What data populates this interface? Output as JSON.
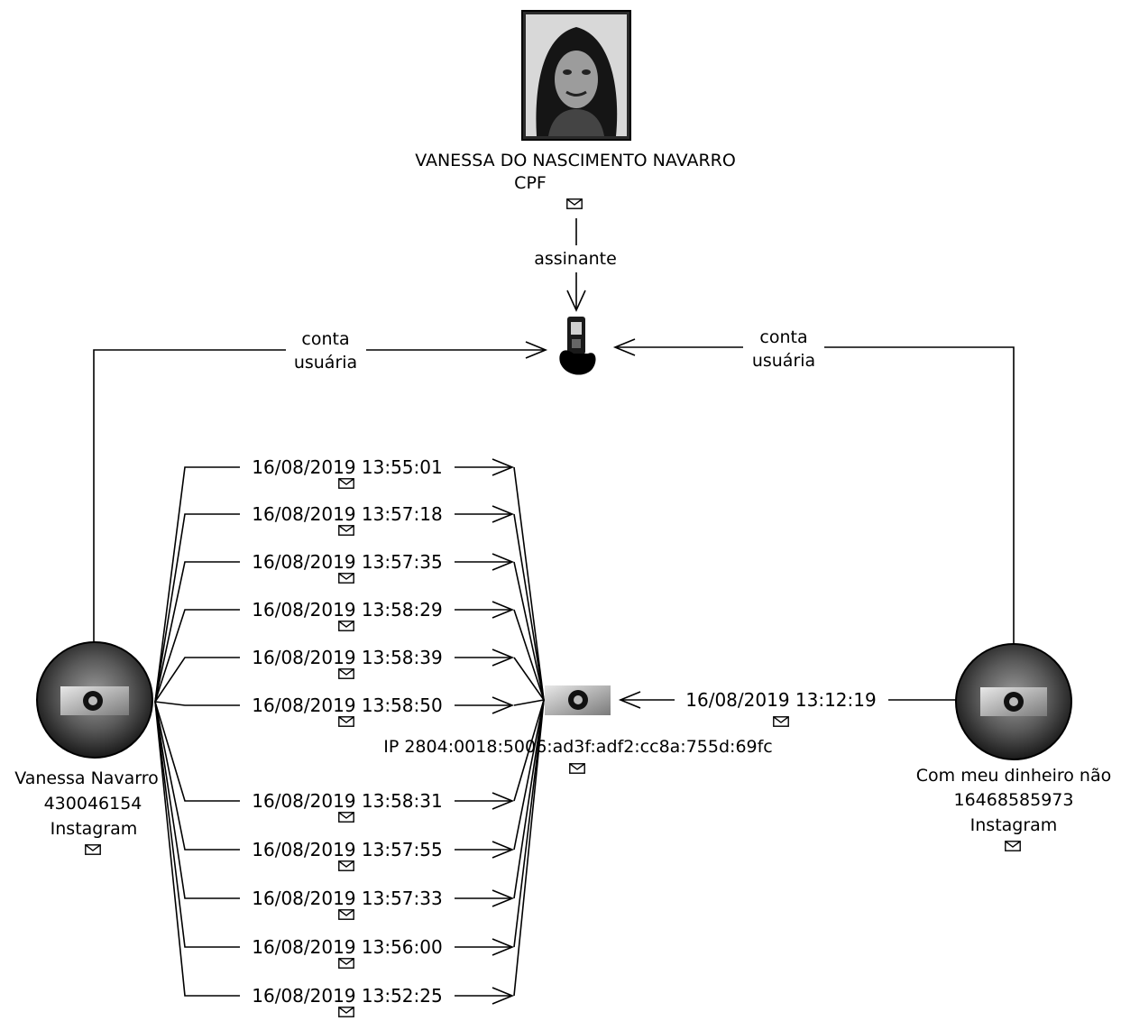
{
  "person": {
    "name": "VANESSA DO NASCIMENTO NAVARRO",
    "doc": "CPF",
    "photo_icon": "person-photo",
    "mail_icon": "envelope-icon"
  },
  "subscriber_edge": {
    "label": "assinante"
  },
  "phone": {
    "icon": "mobile-phone-icon"
  },
  "left_account": {
    "name": "Vanessa Navarro",
    "id": "430046154",
    "service": "Instagram",
    "icon": "email-account-icon"
  },
  "right_account": {
    "name": "Com meu dinheiro não",
    "id": "16468585973",
    "service": "Instagram",
    "icon": "email-account-icon"
  },
  "left_user_edge": {
    "line1": "conta",
    "line2": "usuária"
  },
  "right_user_edge": {
    "line1": "conta",
    "line2": "usuária"
  },
  "ip_node": {
    "label": "IP 2804:0018:5006:ad3f:adf2:cc8a:755d:69fc",
    "icon": "ip-address-icon"
  },
  "right_access": "16/08/2019 13:12:19",
  "left_accesses": [
    "16/08/2019 13:55:01",
    "16/08/2019 13:57:18",
    "16/08/2019 13:57:35",
    "16/08/2019 13:58:29",
    "16/08/2019 13:58:39",
    "16/08/2019 13:58:50",
    "16/08/2019 13:58:31",
    "16/08/2019 13:57:55",
    "16/08/2019 13:57:33",
    "16/08/2019 13:56:00",
    "16/08/2019 13:52:25"
  ]
}
